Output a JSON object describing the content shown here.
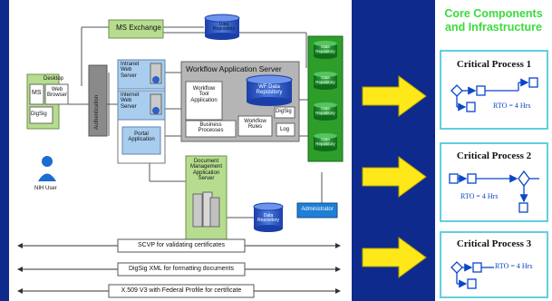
{
  "arch": {
    "ms_exchange": "MS Exchange",
    "data_repository_top": [
      "Data",
      "Repository"
    ],
    "desktop": "Desktop",
    "ms": "MS",
    "web_browser": [
      "Web",
      "Browser"
    ],
    "digsig_left": "DigSig",
    "authentication": "Authentication",
    "intranet_web_server": [
      "Intranet",
      "Web",
      "Server"
    ],
    "internet_web_server": [
      "Internet",
      "Web",
      "Server"
    ],
    "portal_application": [
      "Portal",
      "Application"
    ],
    "nih_user": "NIH User",
    "wf_app_server": "Workflow Application Server",
    "wf_tool_app": [
      "Workflow",
      "Tool",
      "Application"
    ],
    "wf_data_repo": [
      "WF Data",
      "Repository"
    ],
    "business_processes": [
      "Business",
      "Processes"
    ],
    "workflow_rules": [
      "Workflow",
      "Rules"
    ],
    "digsig_wf": "DigSig",
    "log": "Log",
    "dms": [
      "Document",
      "Management",
      "Application",
      "Server"
    ],
    "data_repository_bottom": [
      "Data",
      "Repository"
    ],
    "green_repos": [
      [
        "Data",
        "Repository"
      ],
      [
        "Data",
        "Repository"
      ],
      [
        "Data",
        "Repository"
      ],
      [
        "Data",
        "Repository"
      ]
    ],
    "administrator": "Administrator",
    "protocols": [
      "SCVP for validating certificates",
      "DigSig XML for formatting documents",
      "X.509 V3 with Federal Profile for certificate"
    ]
  },
  "core": {
    "title": [
      "Core Components",
      "and Infrastructure"
    ],
    "processes": [
      {
        "title": "Critical Process 1",
        "rto": "RTO = 4 Hrs"
      },
      {
        "title": "Critical Process 2",
        "rto": "RTO = 4 Hrs"
      },
      {
        "title": "Critical Process 3",
        "rto": "RTO = 4 Hrs"
      }
    ]
  },
  "colors": {
    "background": "#0d2a8c",
    "panel": "#ffffff",
    "green_box": "#b6dd8f",
    "green_repo_bar": "#2e9e2a",
    "blue_box": "#a9cdee",
    "server_bg": "#b5b5b5",
    "arrow_yellow": "#ffe81a",
    "admin_blue": "#1f7ed6",
    "core_title": "#3adc3a",
    "flow_blue": "#0a46c8"
  }
}
